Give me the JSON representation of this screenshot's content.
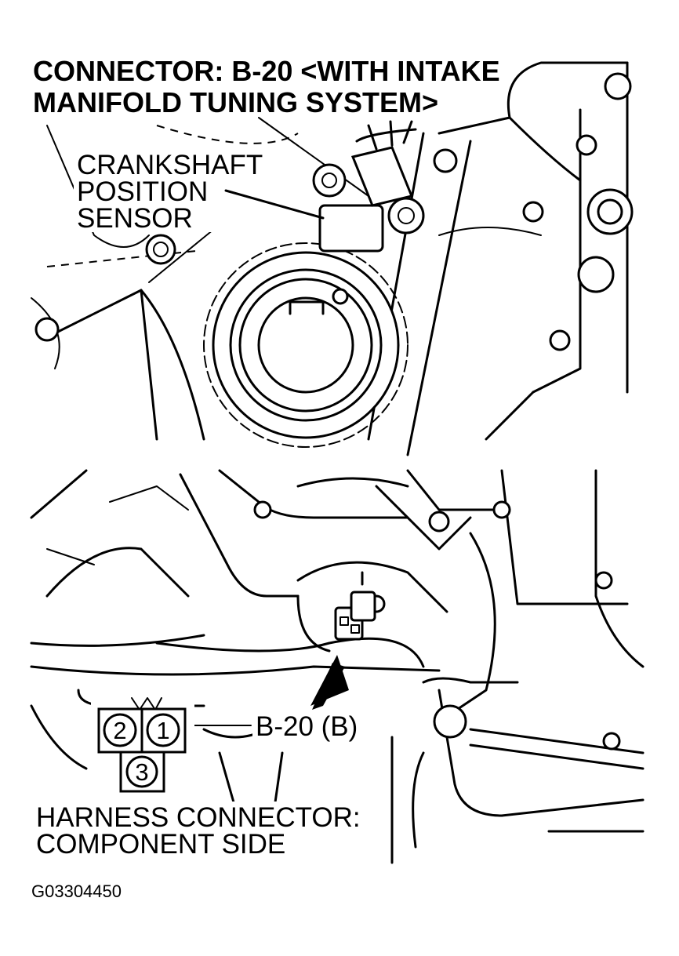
{
  "title": {
    "line1": "CONNECTOR: B-20 <WITH INTAKE",
    "line2": "MANIFOLD TUNING SYSTEM>"
  },
  "callouts": {
    "sensor": {
      "line1": "CRANKSHAFT",
      "line2": "POSITION",
      "line3": "SENSOR"
    },
    "connector_ref": "B-20 (B)"
  },
  "connector_face": {
    "pins": [
      "2",
      "1",
      "3"
    ],
    "caption_line1": "HARNESS CONNECTOR:",
    "caption_line2": "COMPONENT SIDE"
  },
  "figure_code": "G03304450"
}
